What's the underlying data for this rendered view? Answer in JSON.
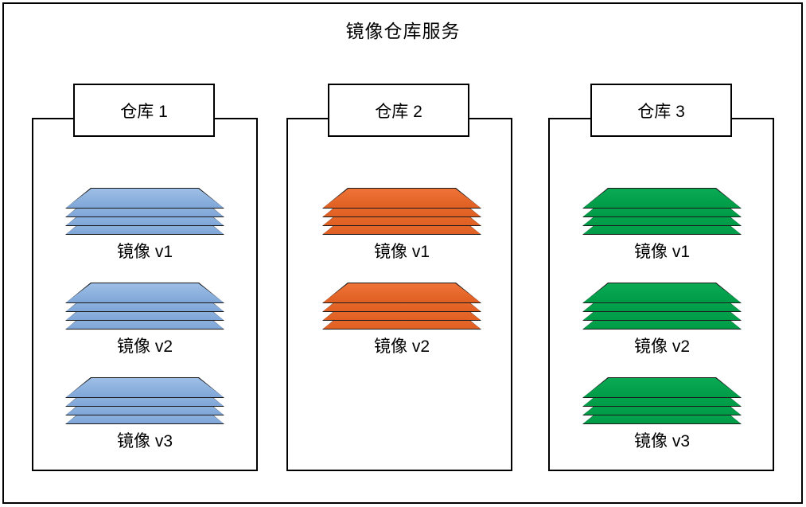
{
  "diagram": {
    "title": "镜像仓库服务",
    "colors": {
      "border": "#000000",
      "background": "#ffffff",
      "repo1_layer": "#7fa6d8",
      "repo2_layer": "#e05f22",
      "repo3_layer": "#009b47"
    },
    "repositories": [
      {
        "id": "repo-1",
        "header": "仓库 1",
        "layer_color": "#7fa6d8",
        "images": [
          {
            "label": "镜像 v1",
            "layers": 4
          },
          {
            "label": "镜像 v2",
            "layers": 4
          },
          {
            "label": "镜像 v3",
            "layers": 4
          }
        ]
      },
      {
        "id": "repo-2",
        "header": "仓库 2",
        "layer_color": "#e05f22",
        "images": [
          {
            "label": "镜像 v1",
            "layers": 4
          },
          {
            "label": "镜像 v2",
            "layers": 4
          }
        ]
      },
      {
        "id": "repo-3",
        "header": "仓库 3",
        "layer_color": "#009b47",
        "images": [
          {
            "label": "镜像 v1",
            "layers": 4
          },
          {
            "label": "镜像 v2",
            "layers": 4
          },
          {
            "label": "镜像 v3",
            "layers": 4
          }
        ]
      }
    ]
  }
}
